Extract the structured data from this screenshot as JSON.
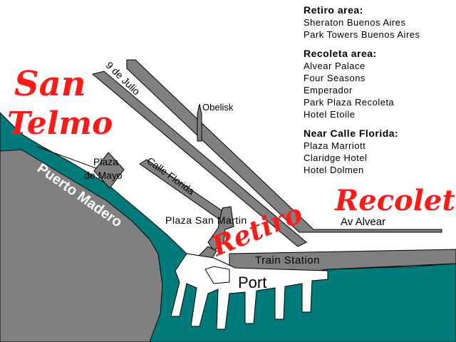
{
  "districts": {
    "san": "San",
    "telmo": "Telmo",
    "recoleta": "Recoleta",
    "retiro": "Retiro"
  },
  "places": {
    "nueve_de_julio": "9 de Julio",
    "obelisk": "Obelisk",
    "plaza_de_mayo_line1": "Plaza",
    "plaza_de_mayo_line2": "de Mayo",
    "calle_florida": "Calle Florida",
    "puerto_madero": "Puerto Madero",
    "plaza_san_martin": "Plaza San Martin",
    "av_alvear": "Av Alvear",
    "train_station": "Train Station",
    "port": "Port"
  },
  "legend": {
    "groups": [
      {
        "heading": "Retiro area:",
        "items": [
          "Sheraton Buenos Aires",
          "Park Towers Buenos Aires"
        ]
      },
      {
        "heading": "Recoleta area:",
        "items": [
          "Alvear Palace",
          "Four Seasons",
          "Emperador",
          "Park Plaza Recoleta",
          "Hotel Etoile"
        ]
      },
      {
        "heading": "Near Calle Florida:",
        "items": [
          "Plaza Marriott",
          "Claridge Hotel",
          "Hotel Dolmen"
        ]
      }
    ]
  },
  "colors": {
    "water": "#007b7b",
    "land": "#808080",
    "district_labels": "#ff1a1a",
    "background": "#ffffff"
  }
}
